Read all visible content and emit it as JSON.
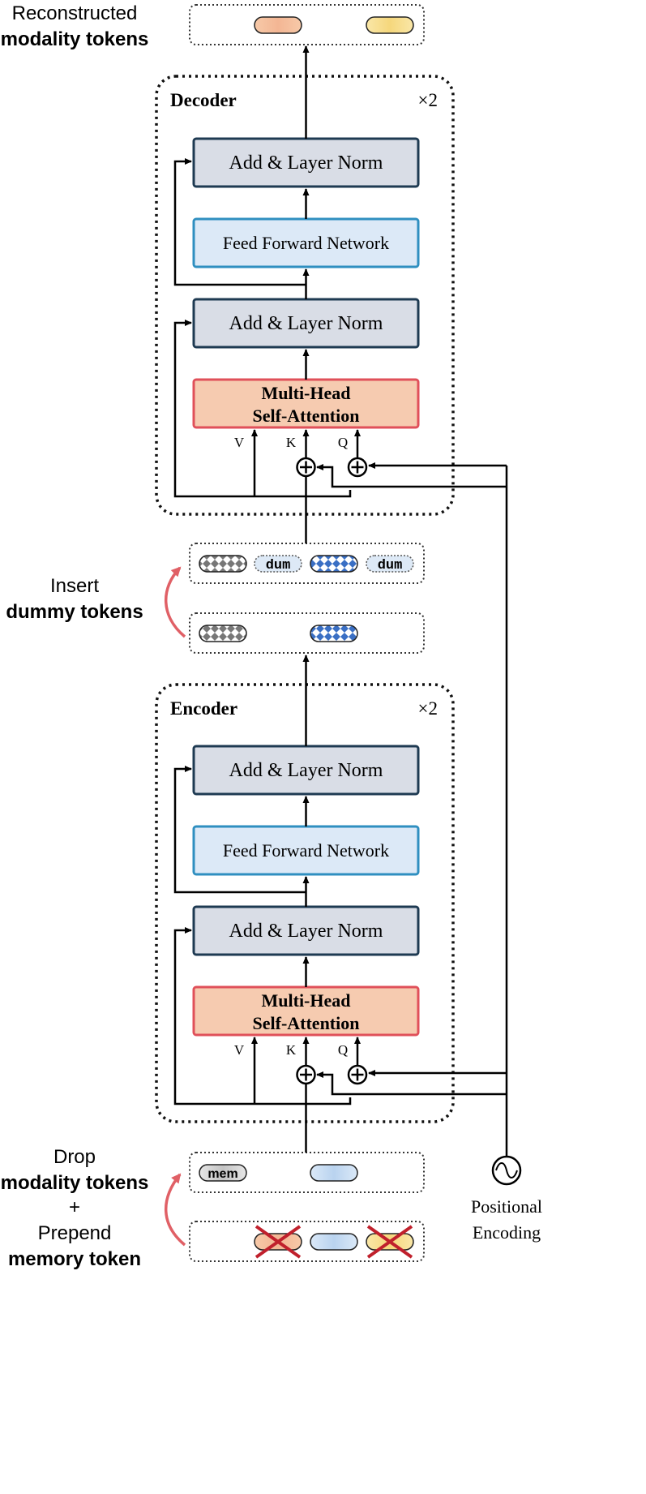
{
  "labels": {
    "reconstructed_line1": "Reconstructed",
    "reconstructed_line2": "modality tokens",
    "insert_line1": "Insert",
    "insert_line2": "dummy tokens",
    "drop_line1": "Drop",
    "drop_line2": "modality tokens",
    "plus": "+",
    "prepend_line1": "Prepend",
    "prepend_line2": "memory token",
    "pos_line1": "Positional",
    "pos_line2": "Encoding"
  },
  "decoder": {
    "title": "Decoder",
    "repeat": "×2",
    "add_norm_top": "Add & Layer Norm",
    "ffn": "Feed Forward Network",
    "add_norm_bottom": "Add & Layer Norm",
    "mhsa_line1": "Multi-Head",
    "mhsa_line2": "Self-Attention",
    "v": "V",
    "k": "K",
    "q": "Q"
  },
  "encoder": {
    "title": "Encoder",
    "repeat": "×2",
    "add_norm_top": "Add & Layer Norm",
    "ffn": "Feed Forward Network",
    "add_norm_bottom": "Add & Layer Norm",
    "mhsa_line1": "Multi-Head",
    "mhsa_line2": "Self-Attention",
    "v": "V",
    "k": "K",
    "q": "Q"
  },
  "tokens": {
    "dum": "dum",
    "mem": "mem"
  },
  "colors": {
    "add_norm_fill": "#d9dde6",
    "add_norm_stroke": "#1e3a52",
    "ffn_fill": "#dce9f7",
    "ffn_stroke": "#2f8fc0",
    "mhsa_fill": "#f6cbb0",
    "mhsa_stroke": "#e0505a",
    "orange_token": "#f3b694",
    "yellow_token": "#f6dc8a",
    "blue_token": "#c6dcf2",
    "red_arrow": "#e06066",
    "cross": "#c0202c"
  }
}
